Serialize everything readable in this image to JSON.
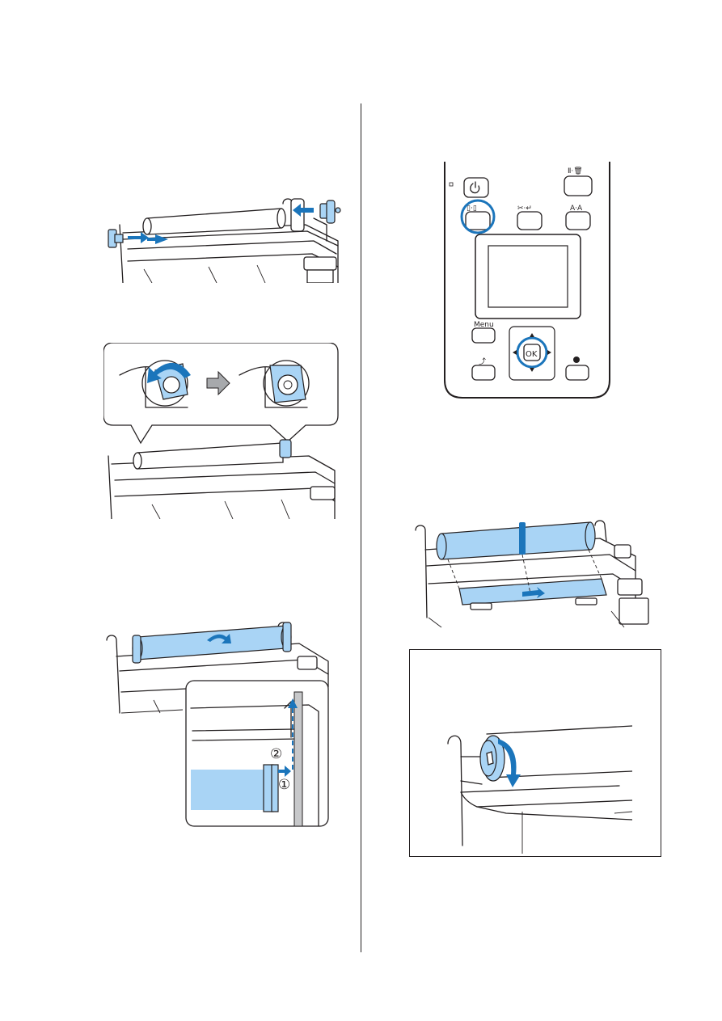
{
  "colors": {
    "paper_blue": "#a9d4f5",
    "arrow_blue": "#1b75bb",
    "highlight_ring": "#1b75bb",
    "line": "#231f20",
    "gray_arrow": "#a7a9ac"
  },
  "figures": {
    "fig1": {
      "desc_icon": "attach-spindle-adapters"
    },
    "fig2": {
      "desc_icon": "lock-adapter-lever"
    },
    "fig3": {
      "desc_icon": "load-roll-into-printer",
      "steps": [
        "①",
        "②"
      ]
    },
    "panel": {
      "buttons": {
        "power": "power-icon",
        "paper_source": "paper-source-icon",
        "cut": "cut-feed-icon",
        "pause": "pause-cancel-icon",
        "adjust": "A·A",
        "menu": "Menu",
        "back": "back-icon",
        "ok": "OK",
        "help": "help-icon"
      }
    },
    "fig5": {
      "desc_icon": "feed-paper-into-slot"
    },
    "fig6": {
      "desc_icon": "rotate-flange"
    }
  }
}
